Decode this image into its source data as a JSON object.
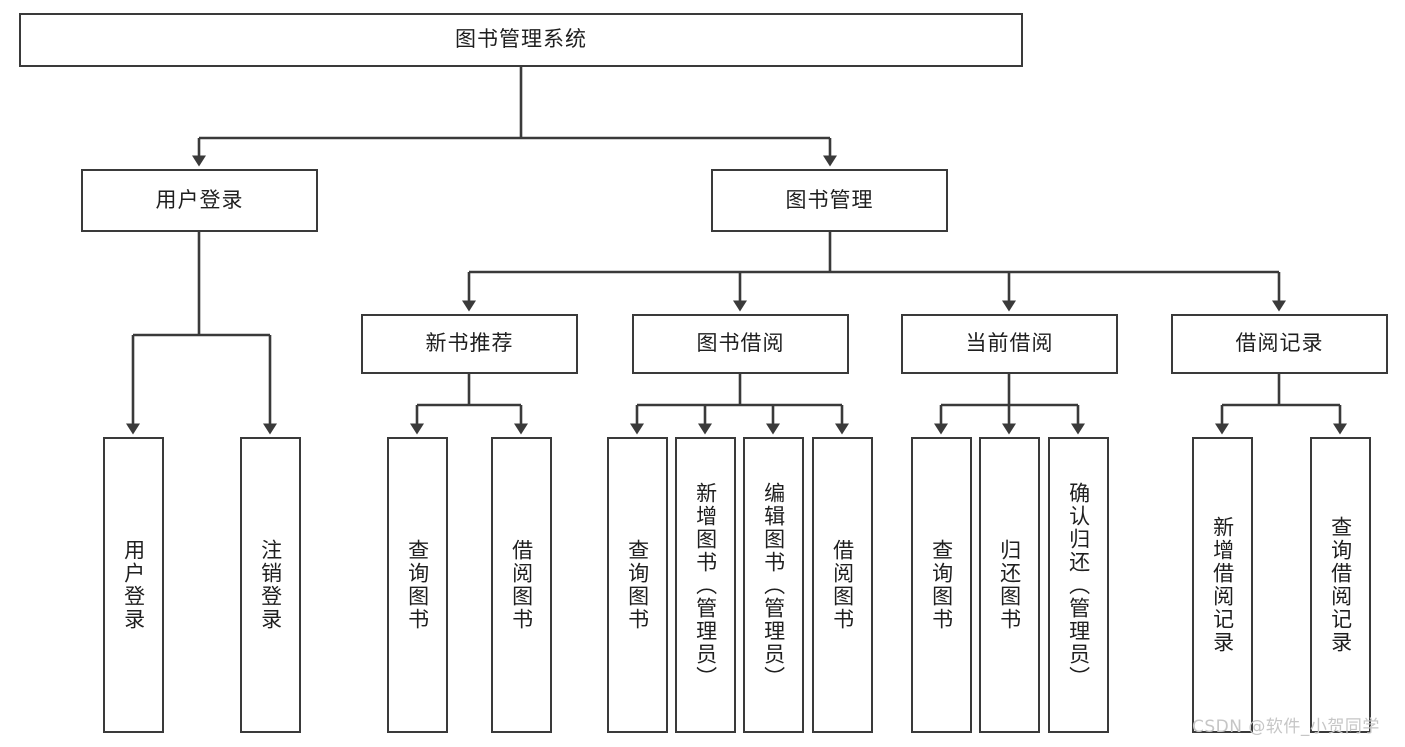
{
  "diagram": {
    "type": "tree",
    "title": "图书管理系统",
    "root": {
      "label": "图书管理系统"
    },
    "level2": [
      {
        "label": "用户登录"
      },
      {
        "label": "图书管理"
      }
    ],
    "level3": [
      {
        "label": "新书推荐"
      },
      {
        "label": "图书借阅"
      },
      {
        "label": "当前借阅"
      },
      {
        "label": "借阅记录"
      }
    ],
    "leaves": {
      "user_login": [
        {
          "label": "用户登录"
        },
        {
          "label": "注销登录"
        }
      ],
      "new_book_recommend": [
        {
          "label": "查询图书"
        },
        {
          "label": "借阅图书"
        }
      ],
      "book_borrow": [
        {
          "label": "查询图书"
        },
        {
          "label": "新增图书（管理员）"
        },
        {
          "label": "编辑图书（管理员）"
        },
        {
          "label": "借阅图书"
        }
      ],
      "current_borrow": [
        {
          "label": "查询图书"
        },
        {
          "label": "归还图书"
        },
        {
          "label": "确认归还（管理员）"
        }
      ],
      "borrow_record": [
        {
          "label": "新增借阅记录"
        },
        {
          "label": "查询借阅记录"
        }
      ]
    },
    "colors": {
      "border": "#3a3a3a",
      "fill": "#ffffff",
      "text": "#1f1f1f",
      "connector": "#3a3a3a",
      "watermark": "#c6c6c6"
    }
  },
  "watermark": {
    "text": "CSDN @软件_小贺同学"
  }
}
